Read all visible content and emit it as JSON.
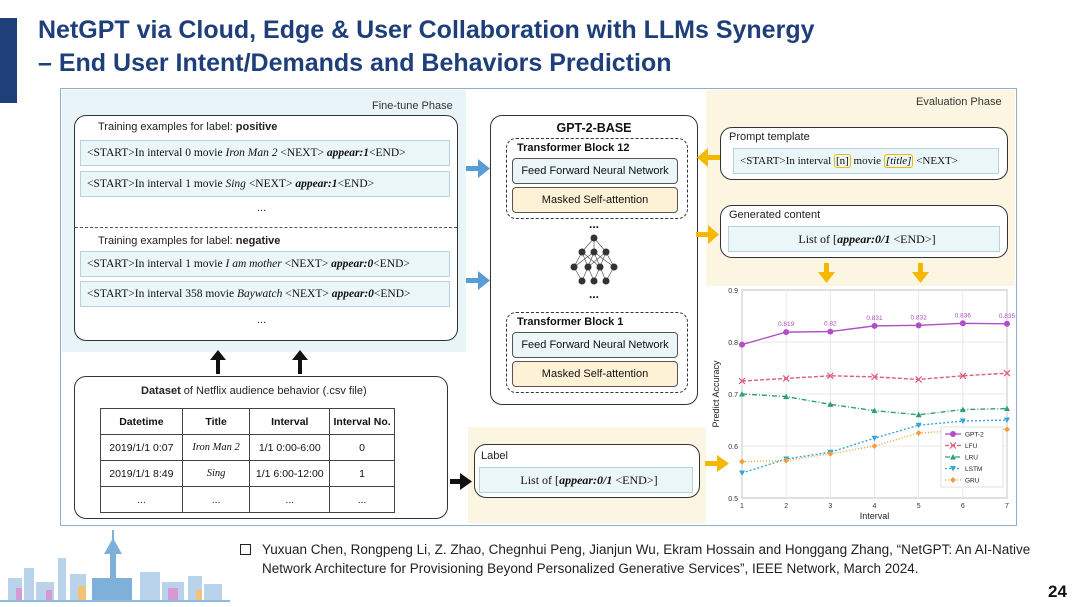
{
  "title": {
    "line1": "NetGPT via Cloud, Edge & User Collaboration with LLMs Synergy",
    "line2": "– End User Intent/Demands and Behaviors Prediction"
  },
  "finetune": {
    "phase_label": "Fine-tune Phase",
    "positive": {
      "prefix": "Training examples for label: ",
      "label": "positive",
      "examples": [
        {
          "pre": "<START>In interval 0 movie ",
          "title": "Iron Man 2",
          "mid": " <NEXT> ",
          "appear": "appear:1",
          "post": "<END>"
        },
        {
          "pre": "<START>In interval 1 movie ",
          "title": "Sing",
          "mid": " <NEXT> ",
          "appear": "appear:1",
          "post": "<END>"
        }
      ],
      "ellipsis": "..."
    },
    "negative": {
      "prefix": "Training examples for label: ",
      "label": "negative",
      "examples": [
        {
          "pre": "<START>In interval 1 movie ",
          "title": "I am mother",
          "mid": " <NEXT> ",
          "appear": "appear:0",
          "post": "<END>"
        },
        {
          "pre": "<START>In interval 358 movie ",
          "title": "Baywatch",
          "mid": " <NEXT> ",
          "appear": "appear:0",
          "post": "<END>"
        }
      ],
      "ellipsis": "..."
    }
  },
  "dataset": {
    "title_bold": "Dataset",
    "title_rest": " of Netflix audience behavior (.csv file)",
    "headers": [
      "Datetime",
      "Title",
      "Interval",
      "Interval No."
    ],
    "rows": [
      [
        "2019/1/1  0:07",
        "Iron Man 2",
        "1/1 0:00-6:00",
        "0"
      ],
      [
        "2019/1/1  8:49",
        "Sing",
        "1/1 6:00-12:00",
        "1"
      ],
      [
        "...",
        "...",
        "...",
        "..."
      ]
    ]
  },
  "gpt": {
    "title": "GPT-2-BASE",
    "block12": "Transformer Block 12",
    "block1": "Transformer Block 1",
    "ffn": "Feed Forward Neural Network",
    "attn": "Masked Self-attention",
    "dots": "..."
  },
  "evaluation": {
    "phase_label": "Evaluation Phase",
    "prompt_label": "Prompt template",
    "prompt_pre": "<START>In interval ",
    "prompt_n": "[n]",
    "prompt_mid": " movie ",
    "prompt_title": "[title]",
    "prompt_post": " <NEXT>",
    "generated_label": "Generated content",
    "generated_pre": "List of [",
    "generated_appear": "appear:0/1",
    "generated_post": " <END>]",
    "label_label": "Label",
    "label_pre": "List of [",
    "label_appear": "appear:0/1",
    "label_post": " <END>]"
  },
  "chart_data": {
    "type": "line",
    "xlabel": "Interval",
    "ylabel": "Predict Accuracy",
    "x": [
      1,
      2,
      3,
      4,
      5,
      6,
      7
    ],
    "xlim": [
      1,
      7
    ],
    "ylim": [
      0.5,
      0.9
    ],
    "yticks": [
      "0.5",
      "0.6",
      "0.7",
      "0.8",
      "0.9"
    ],
    "grid": true,
    "legend": "bottom-right",
    "series": [
      {
        "name": "GPT-2",
        "color": "#b04fc7",
        "values": [
          0.795,
          0.819,
          0.82,
          0.831,
          0.832,
          0.836,
          0.835
        ],
        "labels": [
          "",
          "0.819",
          "0.82",
          "0.831",
          "0.832",
          "0.836",
          "0.835"
        ]
      },
      {
        "name": "LFU",
        "color": "#e05a7a",
        "values": [
          0.725,
          0.73,
          0.735,
          0.733,
          0.728,
          0.735,
          0.74
        ]
      },
      {
        "name": "LRU",
        "color": "#2f9e7a",
        "values": [
          0.7,
          0.695,
          0.68,
          0.668,
          0.66,
          0.67,
          0.672
        ]
      },
      {
        "name": "LSTM",
        "color": "#35a6d8",
        "values": [
          0.548,
          0.575,
          0.588,
          0.615,
          0.64,
          0.648,
          0.65
        ]
      },
      {
        "name": "GRU",
        "color": "#f0a040",
        "values": [
          0.57,
          0.572,
          0.585,
          0.6,
          0.625,
          0.63,
          0.632
        ]
      }
    ]
  },
  "citation": "Yuxuan Chen, Rongpeng Li, Z. Zhao, Chegnhui Peng, Jianjun Wu, Ekram Hossain and Honggang Zhang, “NetGPT: An AI-Native Network Architecture for Provisioning Beyond Personalized Generative Services”, IEEE Network, March 2024.",
  "page_number": "24",
  "colors": {
    "accent": "#1f3f7a",
    "arrow_blue": "#5b9bd5",
    "arrow_orange": "#f5b800"
  }
}
